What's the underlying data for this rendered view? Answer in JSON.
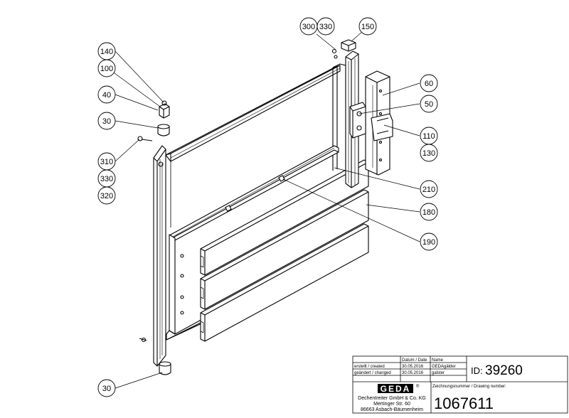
{
  "callouts": {
    "c300": "300",
    "c330a": "330",
    "c150": "150",
    "c140": "140",
    "c100": "100",
    "c40": "40",
    "c30a": "30",
    "c60": "60",
    "c50": "50",
    "c110": "110",
    "c130": "130",
    "c310": "310",
    "c330b": "330",
    "c320": "320",
    "c210": "210",
    "c180": "180",
    "c190": "190",
    "c30b": "30"
  },
  "title_block": {
    "col_datum": "Datum / Date",
    "col_name": "Name",
    "row_created_label": "erstellt / created",
    "row_created_date": "30.05.2016",
    "row_created_name": "GEDAgälder",
    "row_changed_label": "geändert / changed",
    "row_changed_date": "30.05.2016",
    "row_changed_name": "galster",
    "id_label": "ID:",
    "id_value": "39260",
    "drawing_no_label": "Zeichnungsnummer / Drawing number:",
    "drawing_no": "1067611",
    "logo": "GEDA",
    "registered": "®",
    "company": "Dechentreiter GmbH & Co. KG",
    "street": "Mertinger Str. 60",
    "city": "86663 Asbach-Bäumenheim"
  }
}
